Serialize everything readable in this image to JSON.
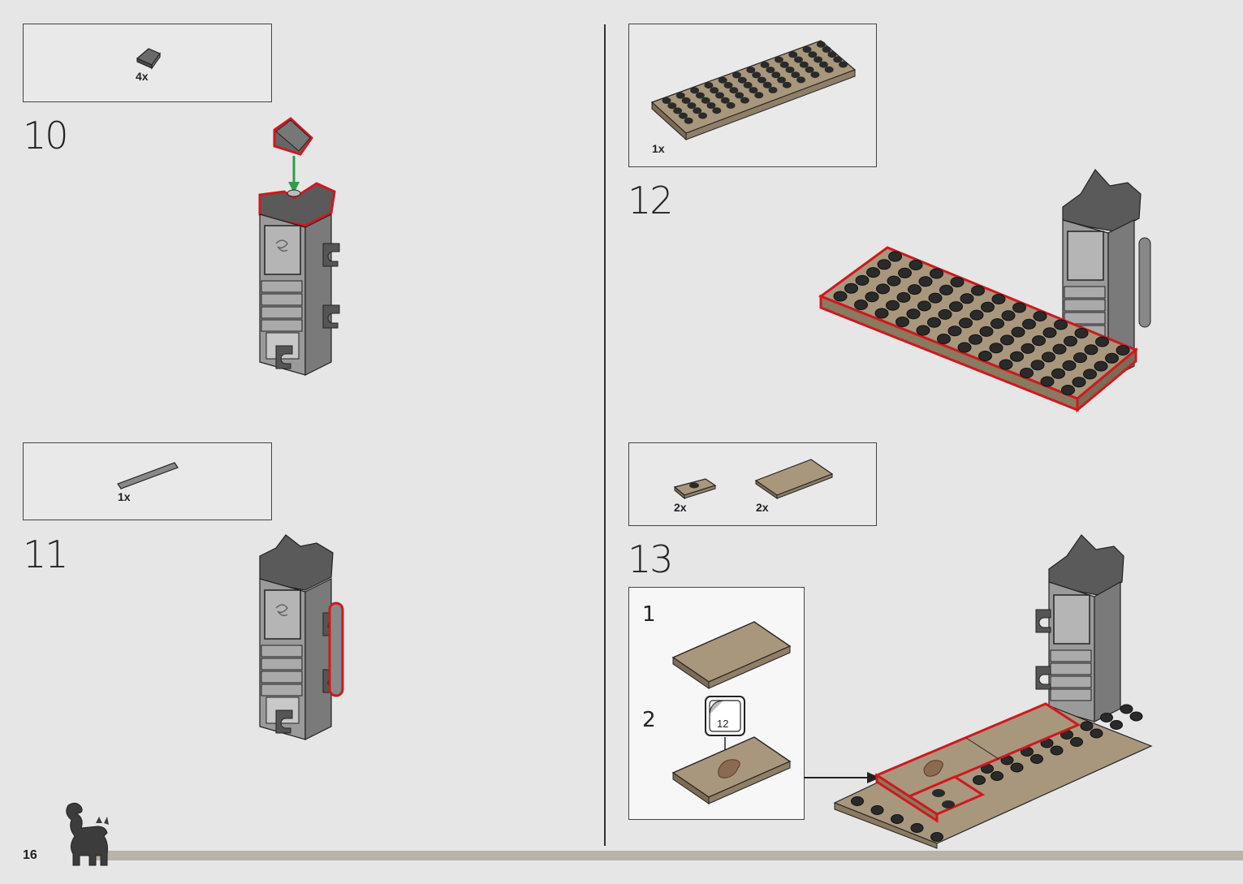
{
  "page": {
    "number": "16"
  },
  "steps": [
    {
      "number": "10",
      "parts": [
        {
          "qty": "4x",
          "icon": "gray-slope-icon"
        }
      ]
    },
    {
      "number": "11",
      "parts": [
        {
          "qty": "1x",
          "icon": "gray-bar-icon"
        }
      ]
    },
    {
      "number": "12",
      "parts": [
        {
          "qty": "1x",
          "icon": "tan-plate-icon"
        }
      ]
    },
    {
      "number": "13",
      "parts": [
        {
          "qty": "2x",
          "icon": "tan-jumper-plate-icon"
        },
        {
          "qty": "2x",
          "icon": "tan-tile-icon"
        }
      ],
      "substeps": [
        {
          "number": "1"
        },
        {
          "number": "2",
          "sticker": "12"
        }
      ]
    }
  ],
  "colors": {
    "highlight": "#d0181e",
    "arrow_green": "#2e9e4a",
    "tan": "#a8977c",
    "dark_gray": "#5f5f5f",
    "light_gray": "#a8a8a8",
    "background": "#e6e6e6"
  }
}
